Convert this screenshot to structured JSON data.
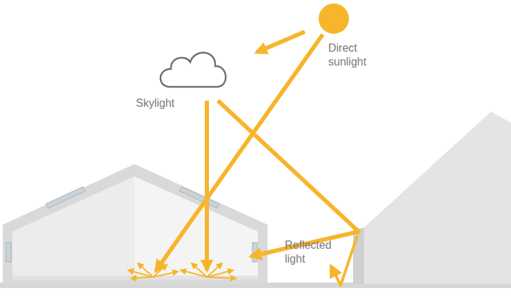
{
  "diagram": {
    "labels": [
      "Direct sunlight",
      "Skylight",
      "Reflected light"
    ]
  }
}
